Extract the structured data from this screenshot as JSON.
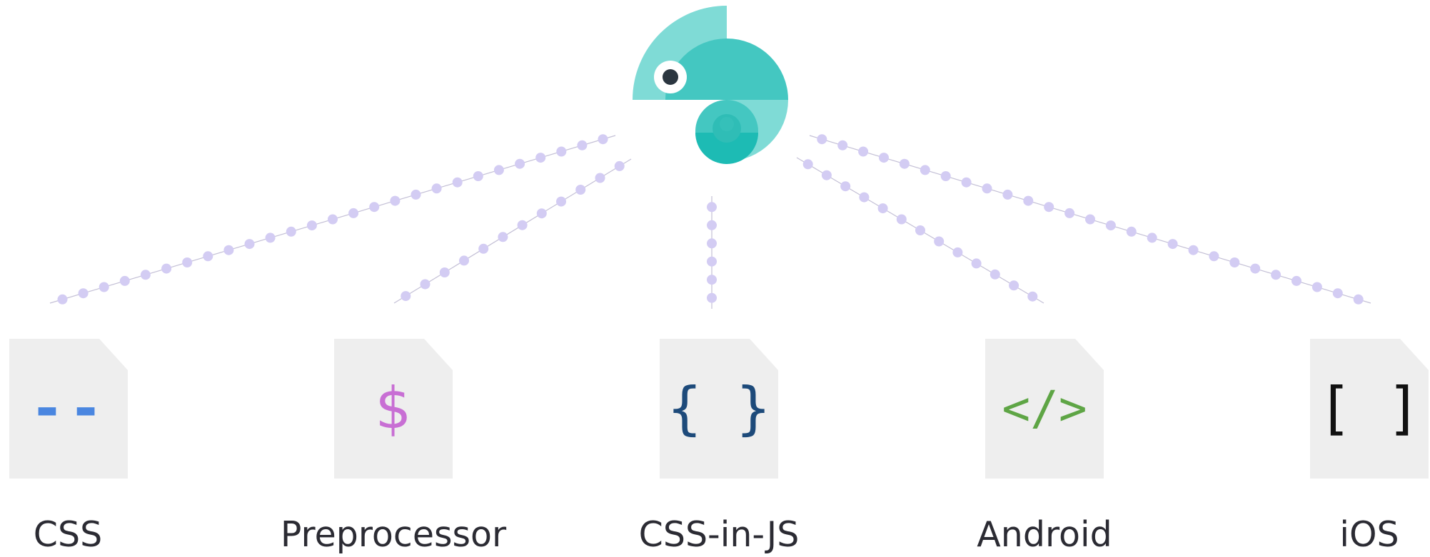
{
  "logo": {
    "icon": "chameleon-icon",
    "colors": {
      "light": "#7fdbd6",
      "mid": "#44c7c1",
      "dark": "#1dbbb4",
      "eye": "#2b3640"
    }
  },
  "connector_color": "#d3ccf3",
  "targets": [
    {
      "label": "CSS",
      "symbol": "--",
      "symbol_color": "#4a86e0",
      "icon": "css-variables-icon"
    },
    {
      "label": "Preprocessor",
      "symbol": "$",
      "symbol_color": "#c86fd4",
      "icon": "dollar-icon"
    },
    {
      "label": "CSS-in-JS",
      "symbol": "{ }",
      "symbol_color": "#1d4a7a",
      "icon": "curly-braces-icon"
    },
    {
      "label": "Android",
      "symbol": "</>",
      "symbol_color": "#5ea545",
      "icon": "xml-tag-icon"
    },
    {
      "label": "iOS",
      "symbol": "[ ]",
      "symbol_color": "#111111",
      "icon": "square-brackets-icon"
    }
  ]
}
